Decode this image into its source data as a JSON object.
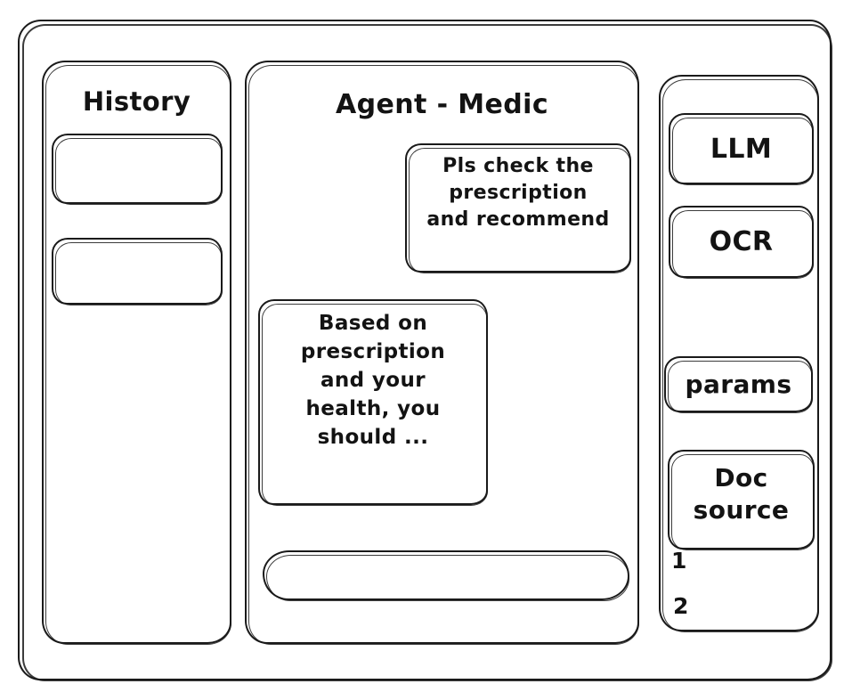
{
  "window": {
    "frame_name": "app-window"
  },
  "sidebar": {
    "title": "History",
    "items": [
      {
        "label": ""
      },
      {
        "label": ""
      }
    ]
  },
  "main": {
    "title": "Agent - Medic",
    "messages": [
      {
        "role": "user",
        "text": "Pls check the\nprescription\nand recommend"
      },
      {
        "role": "agent",
        "text": "Based on\nprescription\nand your\nhealth, you\nshould ..."
      }
    ],
    "input": {
      "value": "",
      "placeholder": ""
    }
  },
  "tools": {
    "llm_label": "LLM",
    "ocr_label": "OCR",
    "params_label": "params",
    "doc_source_label": "Doc\nsource",
    "doc_source_items": [
      "1",
      "2"
    ]
  },
  "colors": {
    "stroke": "#1a1a1a",
    "text": "#131313",
    "background": "#ffffff"
  }
}
